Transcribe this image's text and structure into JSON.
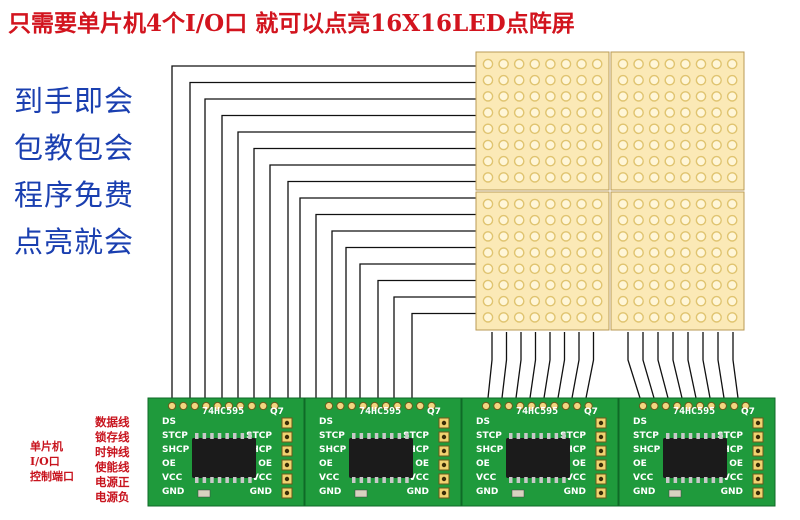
{
  "headline": "只需要单片机4个I/O口  就可以点亮16X16LED点阵屏",
  "slogans": [
    "到手即会",
    "包教包会",
    "程序免费",
    "点亮就会"
  ],
  "mcu_port": [
    "单片机",
    "I/O口",
    "控制端口"
  ],
  "signals": [
    "数据线",
    "锁存线",
    "时钟线",
    "使能线",
    "电源正",
    "电源负"
  ],
  "board": {
    "chip_label": "74HC595",
    "pins_left": [
      "DS",
      "STCP",
      "SHCP",
      "OE",
      "VCC",
      "GND"
    ],
    "pins_right": [
      "STCP",
      "SHCP",
      "OE",
      "VCC",
      "GND"
    ],
    "out_label": "Q7",
    "count": 4
  },
  "colors": {
    "headline": "#d2141e",
    "slogan": "#1a3fb0",
    "signal_label": "#c8141e",
    "pcb": "#1f9a3c",
    "matrix_bg": "#fbe9b6",
    "led": "#e0c470",
    "wire": "#111111"
  }
}
